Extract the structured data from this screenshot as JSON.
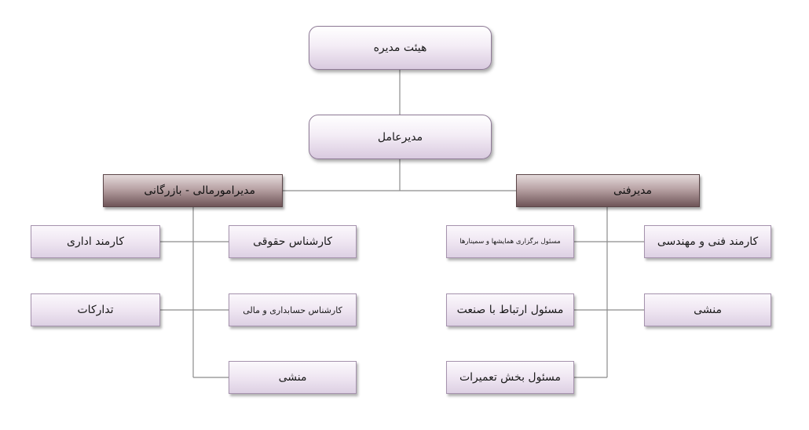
{
  "org_chart": {
    "board": "هیئت مدیره",
    "ceo": "مدیرعامل",
    "finance_manager": "مدیرامورمالی - بازرگانی",
    "technical_manager": "مدیرفنی",
    "finance_staff": {
      "legal_expert": "کارشناس حقوقی",
      "accounting_expert": "کارشناس حسابداری و مالی",
      "secretary": "منشی",
      "admin_clerk": "کارمند اداری",
      "procurement": "تدارکات"
    },
    "technical_staff": {
      "seminars_officer": "مسئول برگزاری همایشها و سمینارها",
      "industry_liaison": "مسئول ارتباط با صنعت",
      "repairs_officer": "مسئول بخش تعمیرات",
      "engineering_staff": "کارمند فنی و مهندسی",
      "secretary": "منشی"
    }
  }
}
